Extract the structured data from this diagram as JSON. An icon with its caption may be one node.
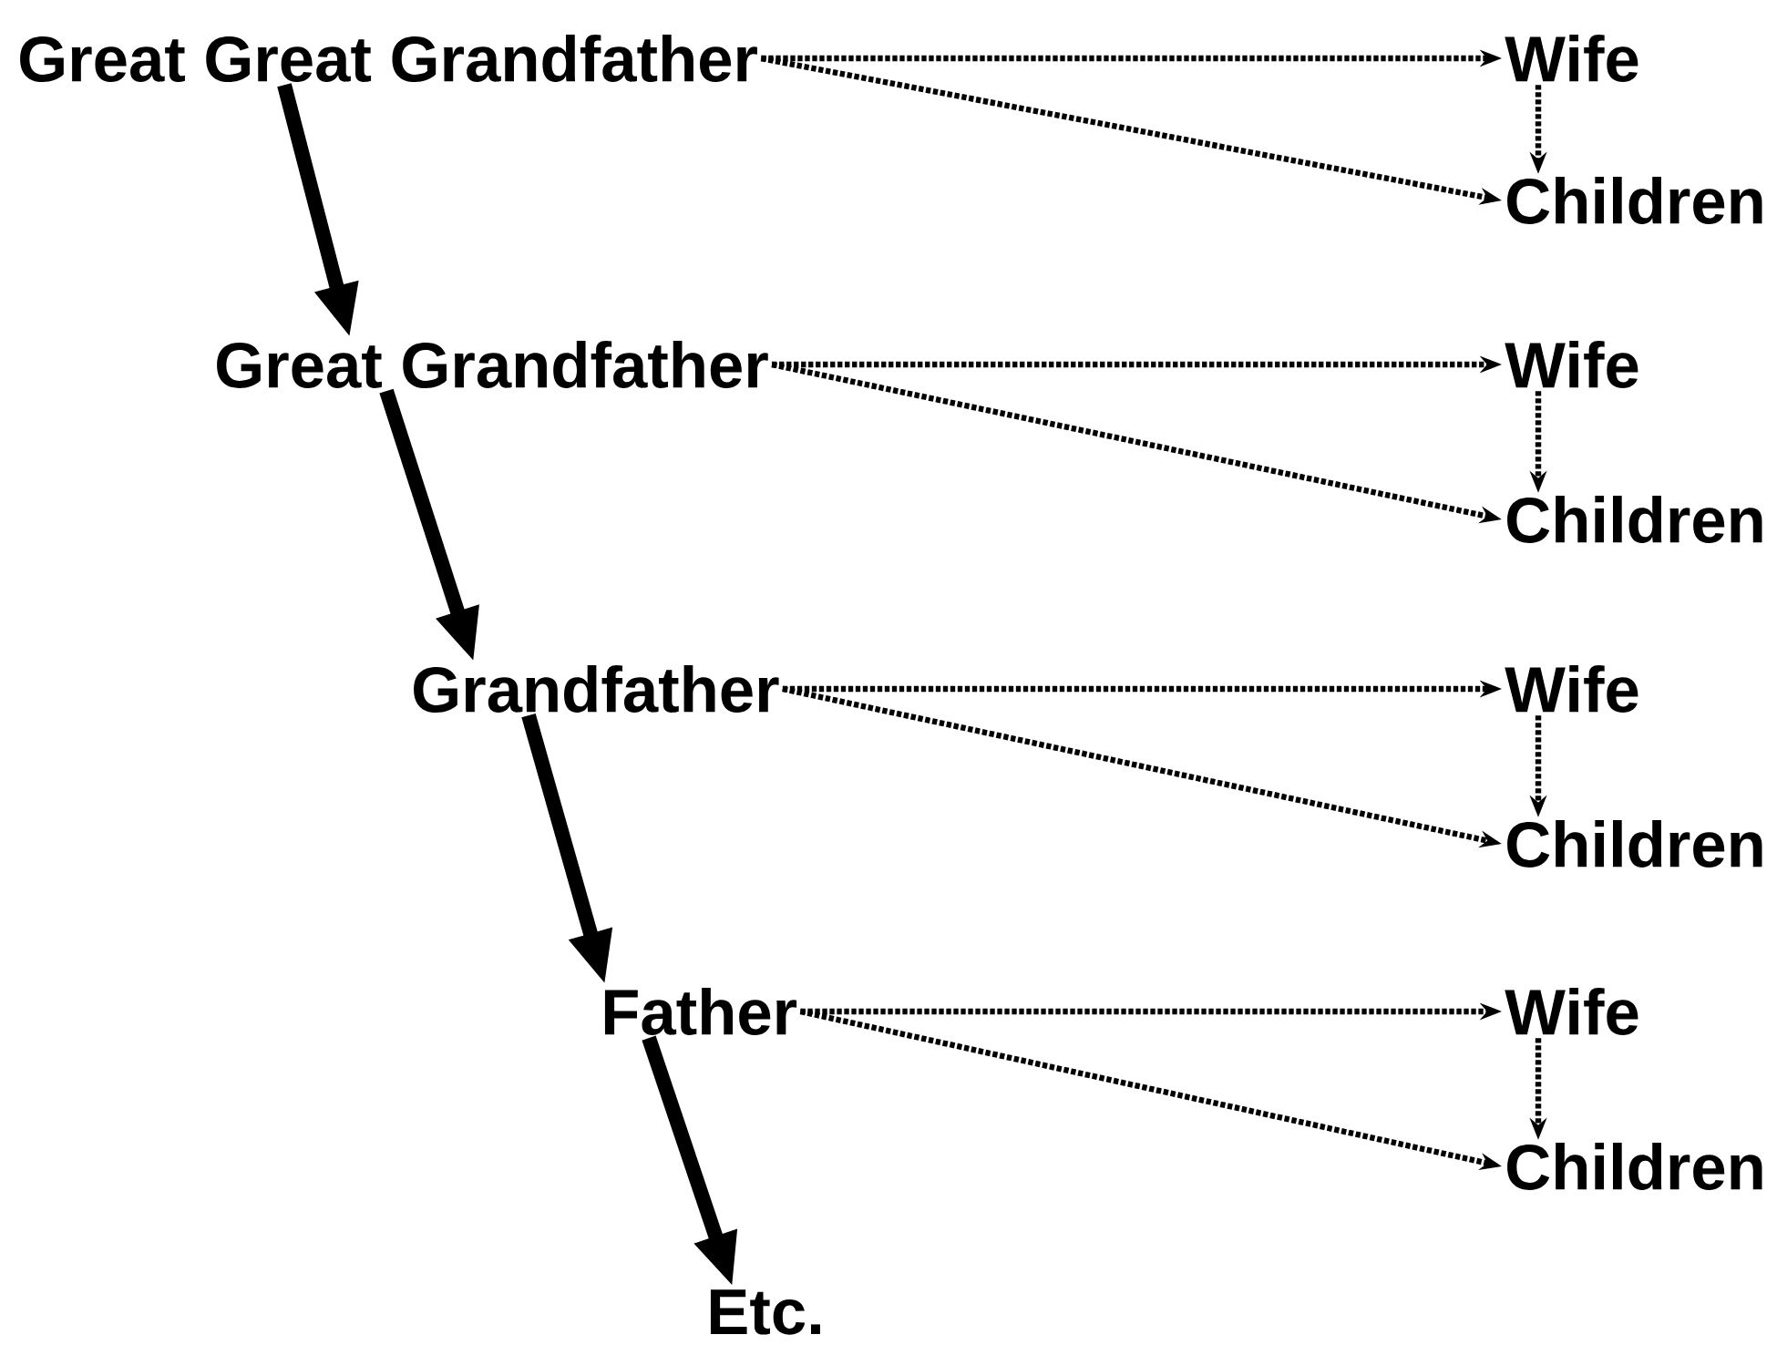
{
  "diagram": {
    "nodes": [
      {
        "text": [
          "Great Great Grandfather"
        ]
      },
      {
        "text": [
          "Wife"
        ]
      },
      {
        "text": [
          "Children"
        ]
      },
      {
        "text": [
          "Great Grandfather"
        ]
      },
      {
        "text": [
          "Wife"
        ]
      },
      {
        "text": [
          "Children"
        ]
      },
      {
        "text": [
          "Grandfather"
        ]
      },
      {
        "text": [
          "Wife"
        ]
      },
      {
        "text": [
          "Children"
        ]
      },
      {
        "text": [
          "Father"
        ]
      },
      {
        "text": [
          "Wife"
        ]
      },
      {
        "text": [
          "Children"
        ]
      },
      {
        "text": [
          "Etc."
        ]
      }
    ],
    "edges": [
      {
        "from": 0,
        "to": 1,
        "arrow": "to",
        "style": "dashed"
      },
      {
        "from": 0,
        "to": 2,
        "arrow": "to",
        "style": "dashed"
      },
      {
        "from": 1,
        "to": 2,
        "arrow": "to",
        "style": "dashed"
      },
      {
        "from": 0,
        "to": 3,
        "arrow": "to",
        "style": "thick"
      },
      {
        "from": 3,
        "to": 4,
        "arrow": "to",
        "style": "dashed"
      },
      {
        "from": 3,
        "to": 5,
        "arrow": "to",
        "style": "dashed"
      },
      {
        "from": 4,
        "to": 5,
        "arrow": "to",
        "style": "dashed"
      },
      {
        "from": 3,
        "to": 6,
        "arrow": "to",
        "style": "thick"
      },
      {
        "from": 6,
        "to": 7,
        "arrow": "to",
        "style": "dashed"
      },
      {
        "from": 6,
        "to": 8,
        "arrow": "to",
        "style": "dashed"
      },
      {
        "from": 7,
        "to": 8,
        "arrow": "to",
        "style": "dashed"
      },
      {
        "from": 6,
        "to": 9,
        "arrow": "to",
        "style": "thick"
      },
      {
        "from": 9,
        "to": 10,
        "arrow": "to",
        "style": "dashed"
      },
      {
        "from": 9,
        "to": 11,
        "arrow": "to",
        "style": "dashed"
      },
      {
        "from": 10,
        "to": 11,
        "arrow": "to",
        "style": "dashed"
      },
      {
        "from": 9,
        "to": 12,
        "arrow": "to",
        "style": "thick"
      }
    ]
  }
}
